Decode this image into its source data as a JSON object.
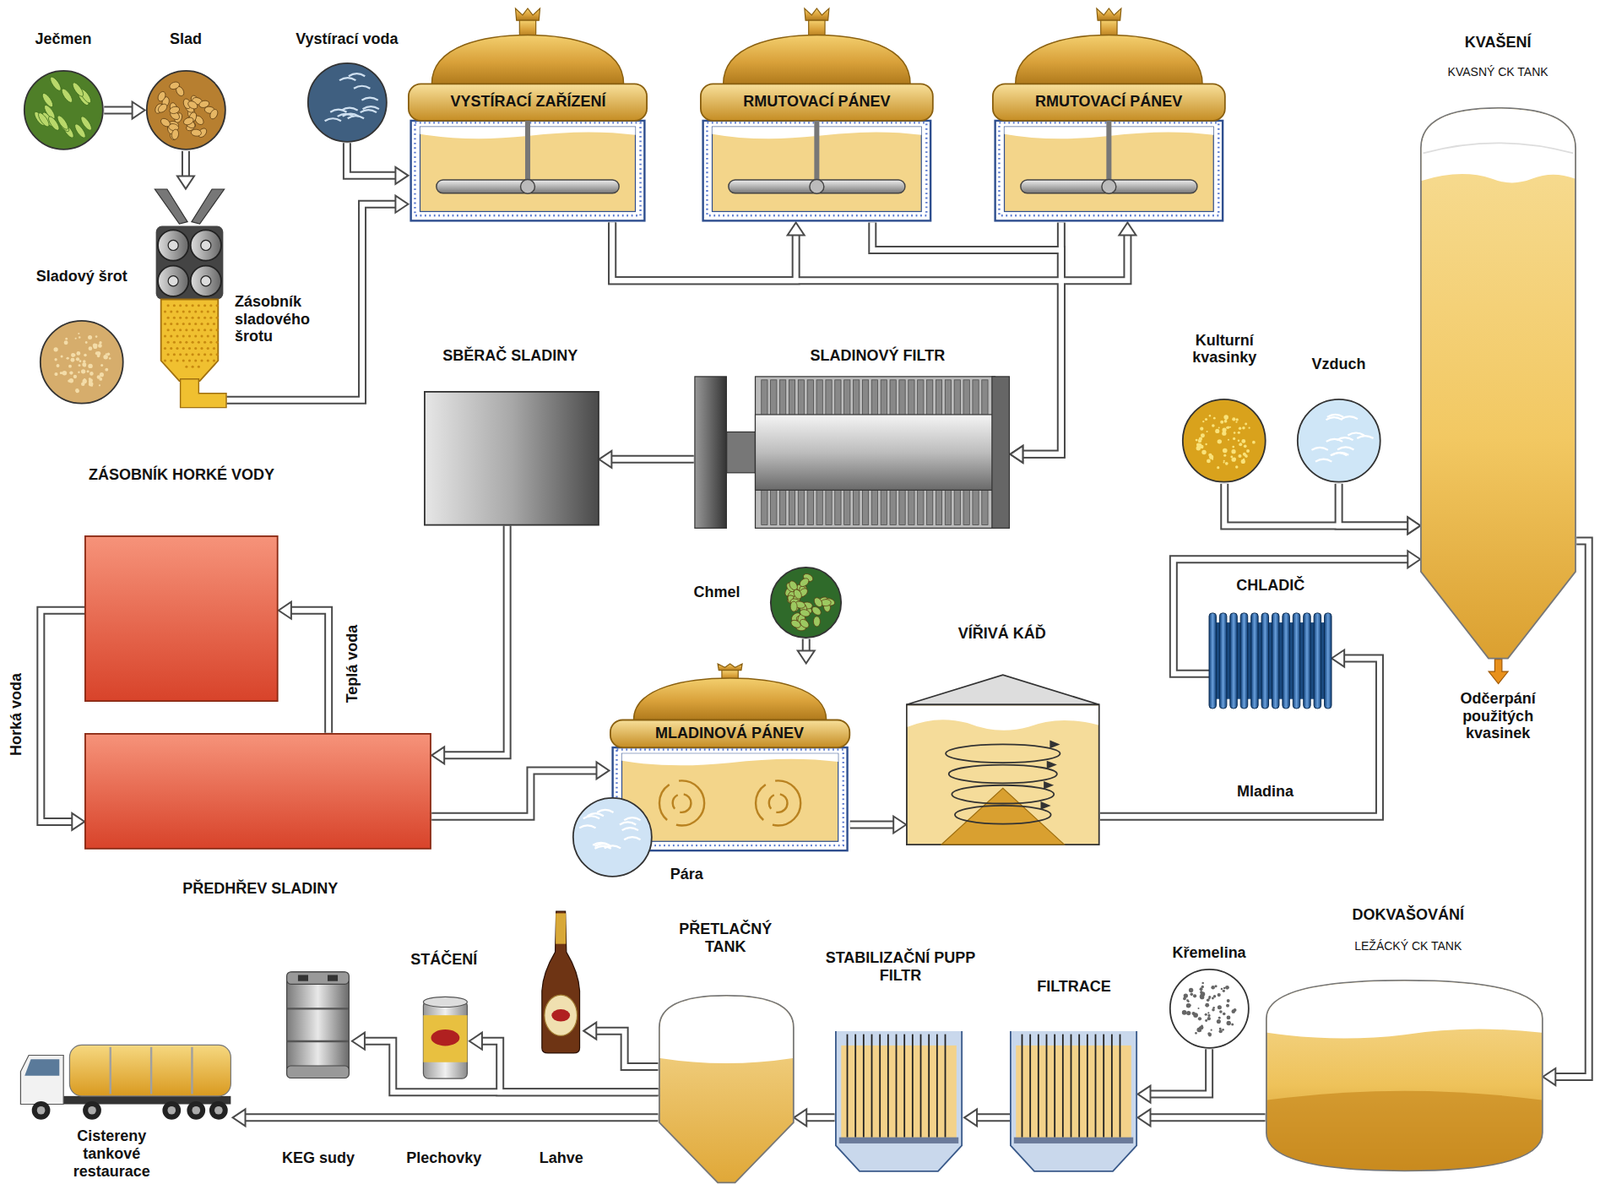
{
  "diagram": {
    "nodes": [
      {
        "text": [
          "Ječmen"
        ]
      },
      {
        "text": [
          "Slad"
        ]
      },
      {
        "text": [
          "Zásobník sladového šrotu"
        ]
      },
      {
        "text": [
          "Sladový šrot"
        ]
      },
      {
        "text": [
          "Vystírací voda"
        ]
      },
      {
        "text": [
          "VYSTÍRACÍ ZAŘÍZENÍ"
        ]
      },
      {
        "text": [
          "RMUTOVACÍ PÁNEV"
        ]
      },
      {
        "text": [
          "RMUTOVACÍ PÁNEV"
        ]
      },
      {
        "text": [
          "KVAŠENÍ",
          "KVASNÝ CK TANK"
        ]
      },
      {
        "text": [
          "SBĚRAČ SLADINY"
        ]
      },
      {
        "text": [
          "SLADINOVÝ FILTR"
        ]
      },
      {
        "text": [
          "Kulturní kvasinky"
        ]
      },
      {
        "text": [
          "Vzduch"
        ]
      },
      {
        "text": [
          "ZÁSOBNÍK HORKÉ VODY"
        ]
      },
      {
        "text": [
          "Chmel"
        ]
      },
      {
        "text": [
          "MLADINOVÁ PÁNEV"
        ]
      },
      {
        "text": [
          "VÍŘIVÁ KÁĎ"
        ]
      },
      {
        "text": [
          "CHLADIČ"
        ]
      },
      {
        "text": [
          "PŘEDHŘEV SLADINY"
        ]
      },
      {
        "text": [
          "Pára"
        ]
      },
      {
        "text": [
          "DOKVAŠOVÁNÍ",
          "LEŽÁCKÝ CK TANK"
        ]
      },
      {
        "text": [
          "Křemelina"
        ]
      },
      {
        "text": [
          "PŘETLAČNÝ TANK"
        ]
      },
      {
        "text": [
          "Lahve"
        ]
      },
      {
        "text": [
          "STABILIZAČNÍ PUPP FILTR"
        ]
      },
      {
        "text": [
          "FILTRACE"
        ]
      },
      {
        "text": [
          "KEG sudy"
        ]
      },
      {
        "text": [
          "Plechovky"
        ]
      },
      {
        "text": [
          "Cistereny tankové restaurace"
        ]
      }
    ],
    "edges": [
      {
        "from": 0,
        "to": 1,
        "arrow": "to"
      },
      {
        "from": 1,
        "to": 2,
        "arrow": "to"
      },
      {
        "from": 2,
        "to": 5,
        "arrow": "to"
      },
      {
        "from": 4,
        "to": 5,
        "arrow": "to"
      },
      {
        "from": 5,
        "to": 6,
        "arrow": "to"
      },
      {
        "from": 5,
        "to": 7,
        "arrow": "to"
      },
      {
        "from": 6,
        "to": 10,
        "arrow": "to"
      },
      {
        "from": 7,
        "to": 10,
        "arrow": "to"
      },
      {
        "from": 10,
        "to": 9,
        "arrow": "to"
      },
      {
        "from": 9,
        "to": 18,
        "arrow": "to"
      },
      {
        "from": 18,
        "to": 13,
        "label": "Teplá voda",
        "arrow": "to"
      },
      {
        "from": 13,
        "to": 18,
        "label": "Horká voda",
        "arrow": "to"
      },
      {
        "from": 18,
        "to": 15,
        "arrow": "to"
      },
      {
        "from": 14,
        "to": 15,
        "arrow": "to"
      },
      {
        "from": 15,
        "to": 16,
        "arrow": "to"
      },
      {
        "from": 16,
        "to": 17,
        "label": "Mladina",
        "arrow": "to"
      },
      {
        "from": 17,
        "to": 8,
        "arrow": "to"
      },
      {
        "from": 11,
        "to": 8,
        "arrow": "to"
      },
      {
        "from": 12,
        "to": 8,
        "arrow": "to"
      },
      {
        "from": 8,
        "to": 20,
        "arrow": "to"
      },
      {
        "from": 20,
        "to": 25,
        "arrow": "to"
      },
      {
        "from": 21,
        "to": 25,
        "arrow": "to"
      },
      {
        "from": 25,
        "to": 24,
        "arrow": "to"
      },
      {
        "from": 24,
        "to": 22,
        "arrow": "to"
      },
      {
        "from": 22,
        "to": 23,
        "arrow": "to"
      },
      {
        "from": 22,
        "to": 27,
        "arrow": "to"
      },
      {
        "from": 22,
        "to": 26,
        "arrow": "to"
      },
      {
        "from": 22,
        "to": 28,
        "arrow": "to"
      }
    ],
    "labels": [
      "STÁČENÍ",
      "Odčerpání použitých kvasinek"
    ]
  }
}
